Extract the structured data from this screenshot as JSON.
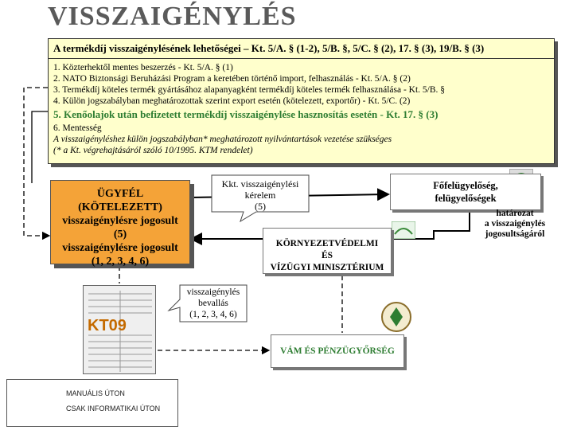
{
  "title": "VISSZAIGÉNYLÉS",
  "top_box": {
    "heading": "A termékdíj visszaigénylésének lehetőségei – Kt. 5/A. § (1-2), 5/B. §, 5/C. § (2), 17. § (3), 19/B. § (3)",
    "lines": [
      "1. Közterhektől mentes beszerzés - Kt. 5/A. § (1)",
      "2. NATO Biztonsági Beruházási Program a keretében történő import, felhasználás - Kt. 5/A. § (2)",
      "3. Termékdíj köteles termék gyártásához alapanyagként termékdíj köteles termék felhasználása - Kt. 5/B. §",
      "4. Külön jogszabályban meghatározottak szerint export esetén (kötelezett, exportőr) - Kt. 5/C. (2)"
    ],
    "highlight": "5. Kenőolajok után befizetett termékdíj visszaigénylése hasznosítás esetén - Kt. 17. § (3)",
    "line6": "6. Mentesség",
    "note1": "A visszaigényléshez külön jogszabályban* meghatározott nyilvántartások vezetése szükséges",
    "note2": "(* a Kt. végrehajtásáról szóló 10/1995. KTM rendelet)"
  },
  "client": {
    "l1": "ÜGYFÉL",
    "l2": "(KÖTELEZETT)",
    "l3": "visszaigénylésre jogosult",
    "l4": "(5)",
    "l5": "visszaigénylésre jogosult",
    "l6": "(1, 2, 3, 4, 6)"
  },
  "request_callout": {
    "l1": "Kkt. visszaigénylési",
    "l2": "kérelem",
    "l3": "(5)"
  },
  "authority": {
    "l1": "Főfelügyelőség,",
    "l2": "felügyelőségek"
  },
  "decision": {
    "l1": "határozat",
    "l2": "a visszaigénylés",
    "l3": "jogosultságáról"
  },
  "ministry": {
    "l1": "KÖRNYEZETVÉDELMI",
    "l2": "ÉS",
    "l3": "VÍZÜGYI MINISZTÉRIUM"
  },
  "declaration_callout": {
    "l1": "visszaigénylés",
    "l2": "bevallás",
    "l3": "(1, 2, 3, 4, 6)"
  },
  "form_label": "KT09",
  "customs": "VÁM ÉS PÉNZÜGYŐRSÉG",
  "legend": {
    "manual": "MANUÁLIS ÚTON",
    "it": "CSAK INFORMATIKAI ÚTON"
  },
  "colors": {
    "top_box_bg": "#ffffcc",
    "client_bg": "#f4a338",
    "highlight_green": "#2e7d32",
    "customs_text": "#2e7d32"
  }
}
